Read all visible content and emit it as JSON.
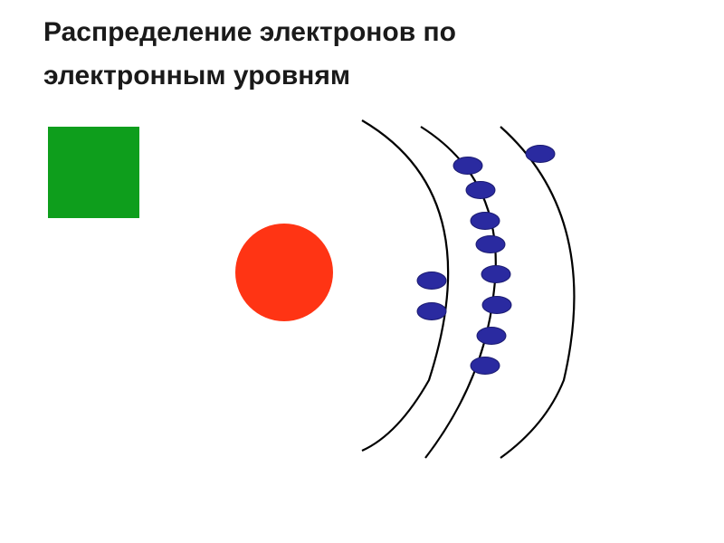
{
  "title_line1": "Распределение электронов по",
  "title_line2": "электронным  уровням",
  "element_box": {
    "symbol": "",
    "color": "#0e9e1c",
    "text_color": "#ffffff"
  },
  "nucleus": {
    "charge": "",
    "color": "#ff3414",
    "text_color": "#ffffff"
  },
  "electron_color": "#2a2aa0",
  "electron_outline": "#1a1a70",
  "shell_color": "#000000",
  "shells": [
    {
      "electrons": 2
    },
    {
      "electrons": 8
    },
    {
      "electrons": 1
    }
  ]
}
